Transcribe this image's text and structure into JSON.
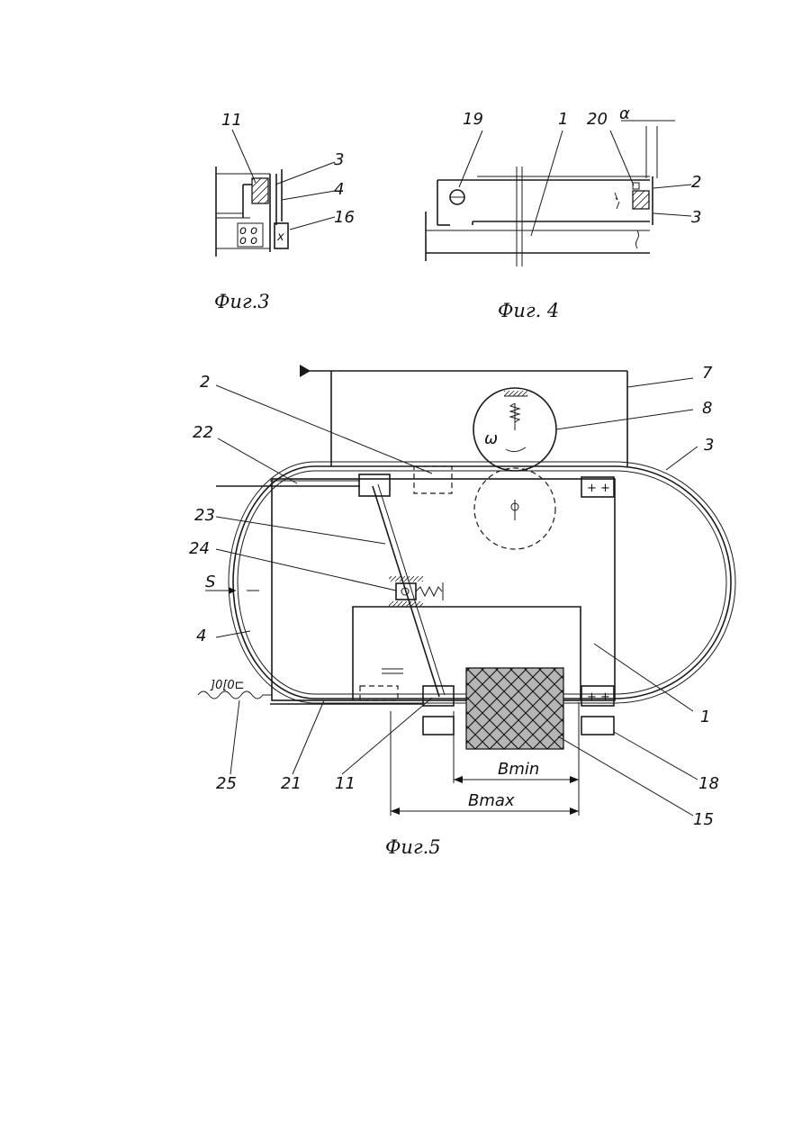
{
  "fig3": {
    "caption": "Фиг.3",
    "labels": {
      "l11": "11",
      "l3": "3",
      "l4": "4",
      "l16": "16"
    }
  },
  "fig4": {
    "caption": "Фиг. 4",
    "labels": {
      "l19": "19",
      "l1": "1",
      "l20": "20",
      "alpha": "α",
      "l2": "2",
      "l3": "3"
    }
  },
  "fig5": {
    "caption": "Фиг.5",
    "labels": {
      "l2": "2",
      "l7": "7",
      "l8": "8",
      "l22": "22",
      "l3": "3",
      "l23": "23",
      "l24": "24",
      "S": "S",
      "l4": "4",
      "l1": "1",
      "l25": "25",
      "l21": "21",
      "l11": "11",
      "l18": "18",
      "l15": "15",
      "omega": "ω",
      "bmin": "Bmin",
      "bmax": "Bmax"
    }
  }
}
